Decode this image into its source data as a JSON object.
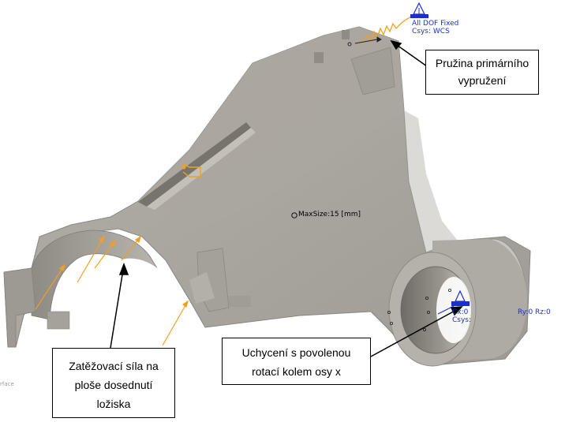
{
  "callouts": {
    "spring": [
      "Pružina primárního",
      "vypružení"
    ],
    "load": [
      "Zatěžovací síla na",
      "ploše dosednutí",
      "ložiska"
    ],
    "support": [
      "Uchycení s povolenou",
      "rotací kolem osy x"
    ]
  },
  "annotations": {
    "fixed_constraint": [
      "All DOF Fixed",
      "Csys: WCS"
    ],
    "mesh_size": "MaxSize:15 [mm]",
    "pin_constraint_csys": [
      "Cx:0",
      "Csys:"
    ],
    "pin_rotation": "Ry:0 Rz:0",
    "edge_text": "rface"
  },
  "colors": {
    "background": "#ffffff",
    "part_fill": "#adaaa3",
    "part_dark": "#7f7c76",
    "part_light": "#c8c6c0",
    "constraint_blue": "#1a2fd0",
    "load_orange": "#f0a020"
  },
  "icons": {
    "fixed_constraint": "triangle-constraint-icon",
    "pin_constraint": "triangle-constraint-icon",
    "load": "load-arrow-icon",
    "spring": "spring-icon",
    "mesh": "mesh-control-icon",
    "tag": "load-tag-icon"
  }
}
